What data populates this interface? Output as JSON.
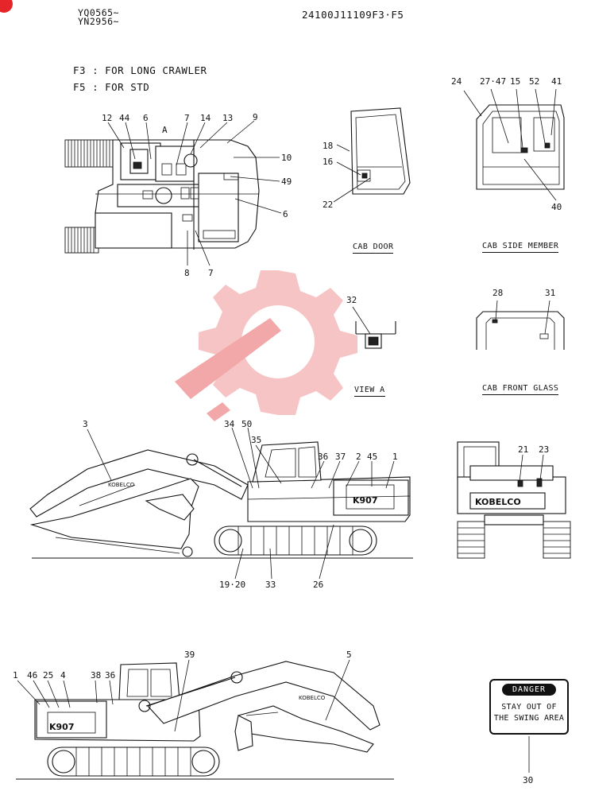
{
  "header": {
    "serial_1": "YQ0565~",
    "serial_2": "YN2956~",
    "part_number": "24100J11109F3·F5"
  },
  "notes": {
    "f3": "F3 : FOR LONG CRAWLER",
    "f5": "F5 : FOR STD"
  },
  "captions": {
    "cab_door": "CAB DOOR",
    "cab_side_member": "CAB SIDE MEMBER",
    "view_a": "VIEW A",
    "cab_front_glass": "CAB FRONT GLASS"
  },
  "view_marker": "A",
  "callouts": {
    "top": [
      "12",
      "44",
      "6",
      "7",
      "14",
      "13",
      "9",
      "10",
      "49",
      "6",
      "8",
      "7"
    ],
    "cab_door": [
      "18",
      "16",
      "22"
    ],
    "cab_side": [
      "24",
      "27·47",
      "15",
      "52",
      "41",
      "40"
    ],
    "view_a": [
      "32"
    ],
    "front_glass": [
      "28",
      "31"
    ],
    "side_right": [
      "3",
      "34",
      "50",
      "35",
      "36",
      "37",
      "2",
      "45",
      "1",
      "19·20",
      "33",
      "26"
    ],
    "rear": [
      "21",
      "23"
    ],
    "side_left": [
      "1",
      "46",
      "25",
      "4",
      "38",
      "36",
      "39",
      "5"
    ],
    "danger": [
      "30"
    ]
  },
  "decal_text": {
    "brand": "KOBELCO",
    "danger_header": "DANGER",
    "danger_line1": "STAY OUT OF",
    "danger_line2": "THE SWING AREA"
  },
  "colors": {
    "ink": "#111111",
    "badge": "#e5252a",
    "watermark": "#f2b6b6"
  },
  "icons": {
    "badge": "red-dot-icon",
    "watermark": "gear-wrench-watermark-icon"
  }
}
